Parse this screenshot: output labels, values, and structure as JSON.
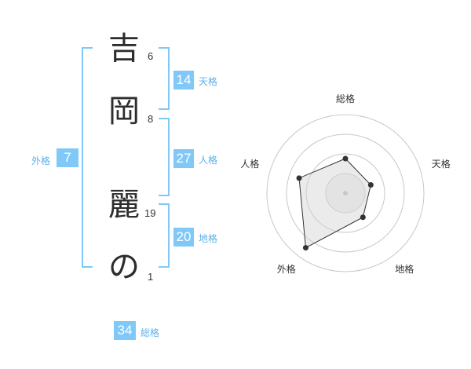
{
  "name_chars": [
    {
      "char": "吉",
      "strokes": "6"
    },
    {
      "char": "岡",
      "strokes": "8"
    },
    {
      "char": "麗",
      "strokes": "19"
    },
    {
      "char": "の",
      "strokes": "1"
    }
  ],
  "badges": {
    "tenkaku": {
      "value": "14",
      "label": "天格"
    },
    "jinkaku": {
      "value": "27",
      "label": "人格"
    },
    "chikaku": {
      "value": "20",
      "label": "地格"
    },
    "gaikaku": {
      "value": "7",
      "label": "外格"
    },
    "soukaku": {
      "value": "34",
      "label": "総格"
    }
  },
  "colors": {
    "accent": "#80c8f8",
    "label": "#5cb0e8"
  },
  "chart_data": {
    "type": "radar",
    "axes": [
      "総格",
      "天格",
      "地格",
      "外格",
      "人格"
    ],
    "values": [
      2.2,
      1.7,
      1.9,
      4.3,
      3.1
    ],
    "range": [
      0,
      5
    ],
    "rings": 4
  }
}
